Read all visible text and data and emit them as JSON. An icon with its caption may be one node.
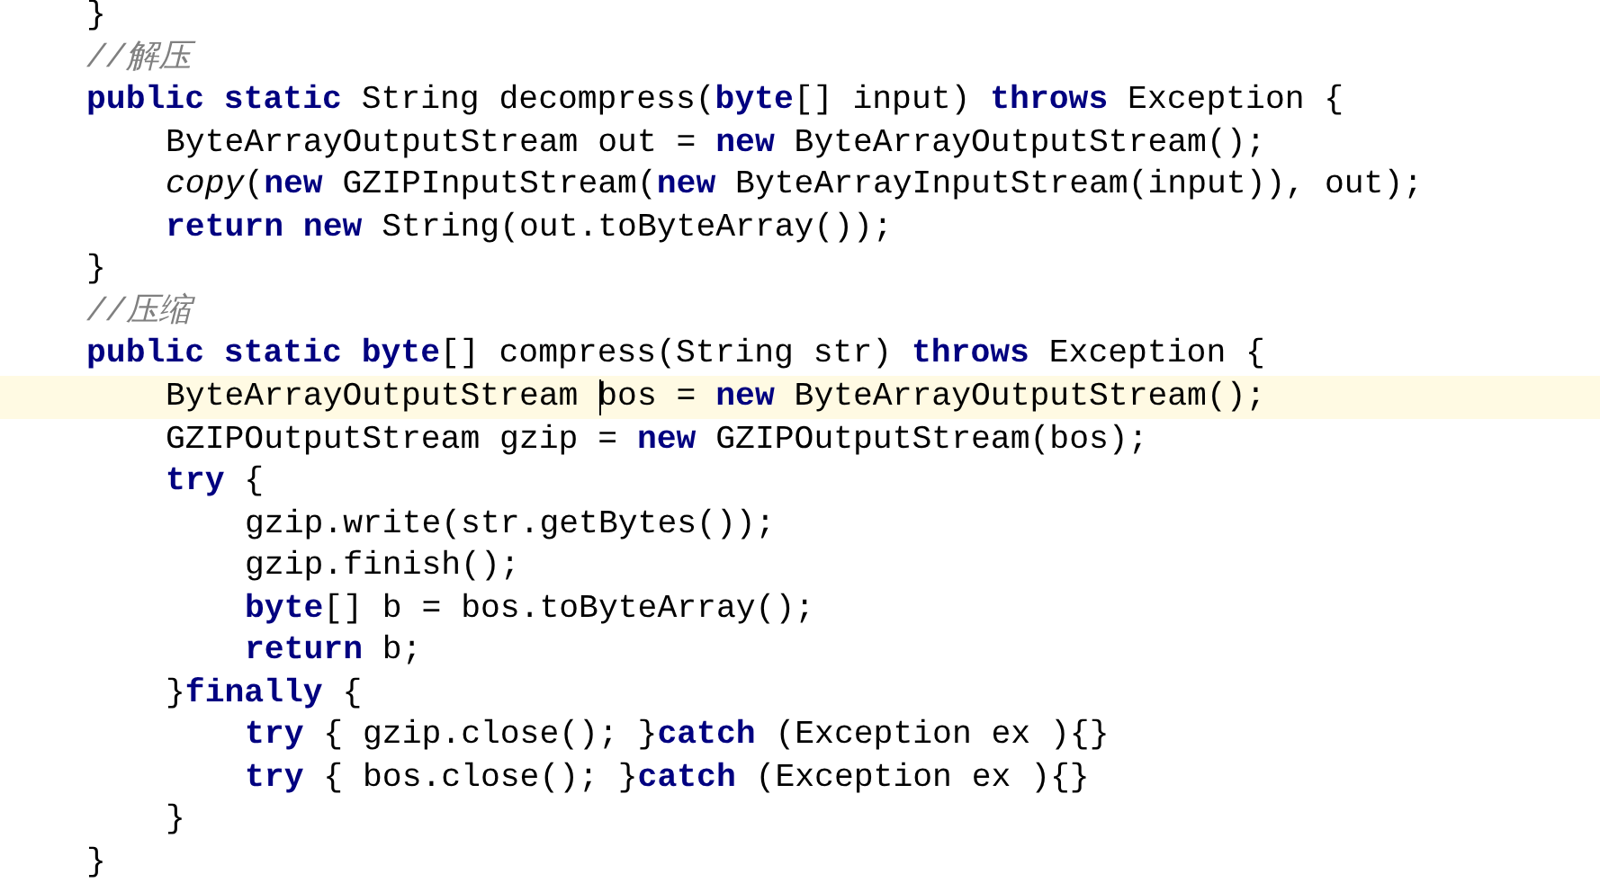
{
  "diagram": {
    "labels": [
      "}",
      "//解压",
      "**public** **static** String decompress(**byte**[] input) **throws** Exception {",
      "ByteArrayOutputStream out = **new** ByteArrayOutputStream();",
      "*copy*(**new** GZIPInputStream(**new** ByteArrayInputStream(input)), out);",
      "**return** **new** String(out.toByteArray());",
      "}",
      "//压缩",
      "**public** **static** **byte**[] compress(String str) **throws** Exception {",
      "ByteArrayOutputStream bos = **new** ByteArrayOutputStream();",
      "GZIPOutputStream gzip = **new** GZIPOutputStream(bos);",
      "**try** {",
      "gzip.write(str.getBytes());",
      "gzip.finish();",
      "**byte**[] b = bos.toByteArray();",
      "**return** b;",
      "}**finally** {",
      "**try** { gzip.close(); }**catch** (Exception ex ){}",
      "**try** { bos.close(); }**catch** (Exception ex ){}",
      "}",
      "}"
    ]
  }
}
